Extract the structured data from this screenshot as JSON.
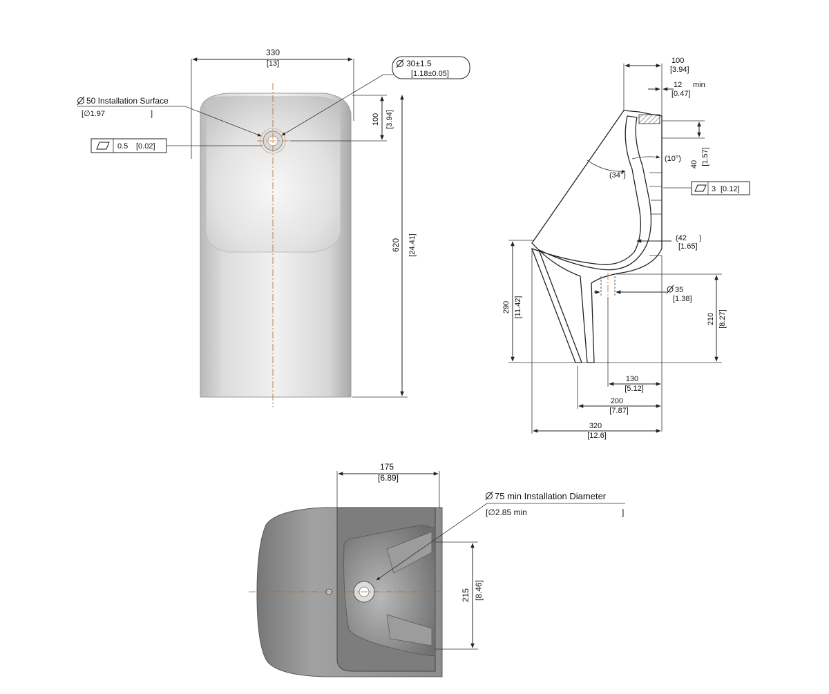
{
  "front_view": {
    "width_dim": "330",
    "width_dim_in": "[13]",
    "height_dim": "620",
    "height_dim_in": "[24.41]",
    "inlet_offset_dim": "100",
    "inlet_offset_dim_in": "[3.94]",
    "inlet_diameter": "30±1.5",
    "inlet_diameter_in": "[1.18±0.05]",
    "install_surface": "50 Installation Surface",
    "install_surface_in": "[∅1.97",
    "install_surface_in_close": "]",
    "flatness_value": "0.5",
    "flatness_value_in": "[0.02]"
  },
  "side_view": {
    "top_depth": "100",
    "top_depth_in": "[3.94]",
    "wall_min": "12",
    "wall_min_label": "min",
    "wall_min_in": "[0.47]",
    "upper_gap": "40",
    "upper_gap_in": "[1.57]",
    "angle_inner": "(10°)",
    "angle_outer": "(34°)",
    "flatness_value": "3",
    "flatness_value_in": "[0.12]",
    "rib_depth": "(42",
    "rib_depth_close": ")",
    "rib_depth_in": "[1.65]",
    "outlet_diameter": "35",
    "outlet_diameter_in": "[1.38]",
    "bottom_height": "290",
    "bottom_height_in": "[11.42]",
    "outlet_height": "210",
    "outlet_height_in": "[8.27]",
    "outlet_offset": "130",
    "outlet_offset_in": "[5.12]",
    "base_depth": "200",
    "base_depth_in": "[7.87]",
    "total_depth": "320",
    "total_depth_in": "[12.6]"
  },
  "bottom_view": {
    "outlet_width": "175",
    "outlet_width_in": "[6.89]",
    "outlet_height": "215",
    "outlet_height_in": "[8.46]",
    "install_diameter": "75 min Installation Diameter",
    "install_diameter_in": "[∅2.85 min",
    "install_diameter_in_close": "]"
  },
  "colors": {
    "porcelain": "#e4e4e4",
    "shadow": "#9a9a9a",
    "bottom_body": "#8a8a8a",
    "centerline": "#b5651d"
  },
  "icons": {
    "diameter": "diameter-symbol-icon",
    "flatness": "flatness-symbol-icon"
  }
}
